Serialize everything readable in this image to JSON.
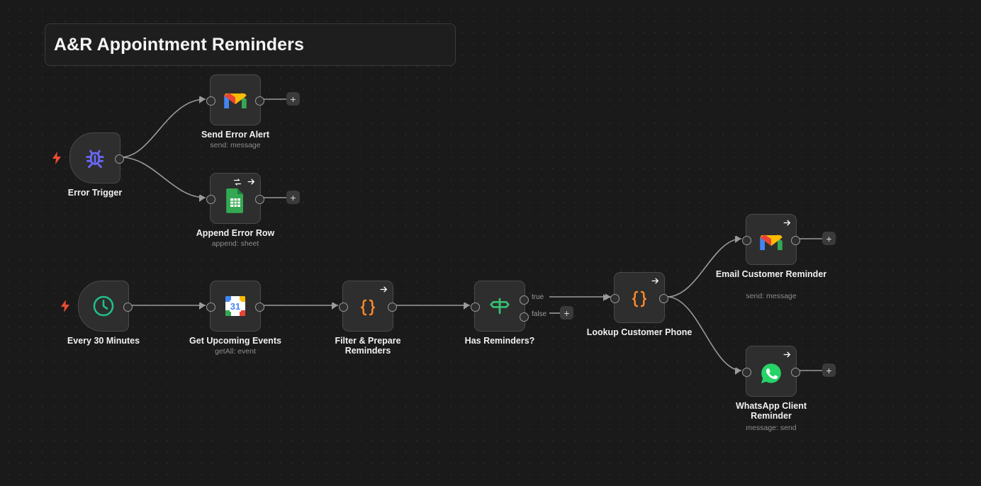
{
  "canvas": {
    "background_color": "#1a1a1a",
    "dot_color": "#2b2b2b",
    "edge_color": "#9a9a9a",
    "node_bg": "#2e2e2e",
    "node_border": "#4a4a4a"
  },
  "sticky_note": {
    "title": "A&R Appointment Reminders"
  },
  "nodes": [
    {
      "id": "error-trigger",
      "name": "Error Trigger",
      "subtitle": "",
      "icon": "bug-icon",
      "type": "trigger",
      "accent": "#6a6aff"
    },
    {
      "id": "send-error-alert",
      "name": "Send Error Alert",
      "subtitle": "send: message",
      "icon": "gmail-icon",
      "type": "action",
      "accent": "#ea4335"
    },
    {
      "id": "append-error-row",
      "name": "Append Error Row",
      "subtitle": "append: sheet",
      "icon": "google-sheets-icon",
      "type": "action",
      "accent": "#34a853",
      "badges": [
        "retry-icon",
        "arrow-right-icon"
      ]
    },
    {
      "id": "every-30-minutes",
      "name": "Every 30 Minutes",
      "subtitle": "",
      "icon": "clock-icon",
      "type": "trigger",
      "accent": "#1fc08a"
    },
    {
      "id": "get-upcoming-events",
      "name": "Get Upcoming Events",
      "subtitle": "getAll: event",
      "icon": "google-calendar-icon",
      "type": "action",
      "accent": "#4285f4"
    },
    {
      "id": "filter-prepare-reminders",
      "name": "Filter & Prepare Reminders",
      "subtitle": "",
      "icon": "code-braces-icon",
      "type": "action",
      "accent": "#ff8a2b",
      "badges": [
        "arrow-right-icon"
      ]
    },
    {
      "id": "has-reminders",
      "name": "Has Reminders?",
      "subtitle": "",
      "icon": "signpost-icon",
      "type": "if",
      "accent": "#38c172",
      "outputs": [
        "true",
        "false"
      ]
    },
    {
      "id": "lookup-customer-phone",
      "name": "Lookup Customer Phone",
      "subtitle": "",
      "icon": "code-braces-icon",
      "type": "action",
      "accent": "#ff8a2b",
      "badges": [
        "arrow-right-icon"
      ]
    },
    {
      "id": "email-customer-reminder",
      "name": "Email Customer Reminder",
      "subtitle": "send: message",
      "icon": "gmail-icon",
      "type": "action",
      "accent": "#ea4335",
      "badges": [
        "arrow-right-icon"
      ]
    },
    {
      "id": "whatsapp-client-reminder",
      "name": "WhatsApp Client Reminder",
      "subtitle": "message: send",
      "icon": "whatsapp-icon",
      "type": "action",
      "accent": "#25d366",
      "badges": [
        "arrow-right-icon"
      ]
    }
  ],
  "port_labels": {
    "true": "true",
    "false": "false"
  },
  "plus_buttons": {
    "label": "+"
  }
}
